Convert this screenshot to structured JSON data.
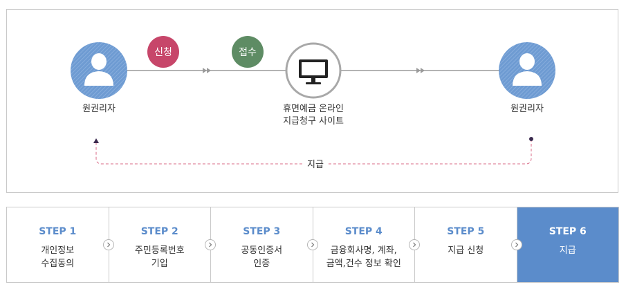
{
  "flow": {
    "left_actor": "원권리자",
    "right_actor": "원권리자",
    "apply_badge": "신청",
    "receive_badge": "접수",
    "site_label_line1": "휴면예금 온라인",
    "site_label_line2": "지급청구 사이트",
    "payment_label": "지급",
    "icons": {
      "actor": "person-icon",
      "site": "monitor-icon",
      "arrow": "double-chevron-arrow-icon"
    },
    "colors": {
      "actor_circle": "#6e9bd2",
      "apply_badge": "#c7466a",
      "receive_badge": "#5e8c64",
      "line": "#9a9a9a",
      "dashed": "#d96a86"
    }
  },
  "steps": [
    {
      "title": "STEP 1",
      "desc_line1": "개인정보",
      "desc_line2": "수집동의"
    },
    {
      "title": "STEP 2",
      "desc_line1": "주민등록번호",
      "desc_line2": "기입"
    },
    {
      "title": "STEP 3",
      "desc_line1": "공동인증서",
      "desc_line2": "인증"
    },
    {
      "title": "STEP 4",
      "desc_line1": "금융회사명, 계좌,",
      "desc_line2": "금액,건수 정보 확인"
    },
    {
      "title": "STEP 5",
      "desc_line1": "지급 신청",
      "desc_line2": ""
    },
    {
      "title": "STEP 6",
      "desc_line1": "지급",
      "desc_line2": ""
    }
  ],
  "step_colors": {
    "accent": "#5b8ccb",
    "active_text": "#ffffff"
  }
}
